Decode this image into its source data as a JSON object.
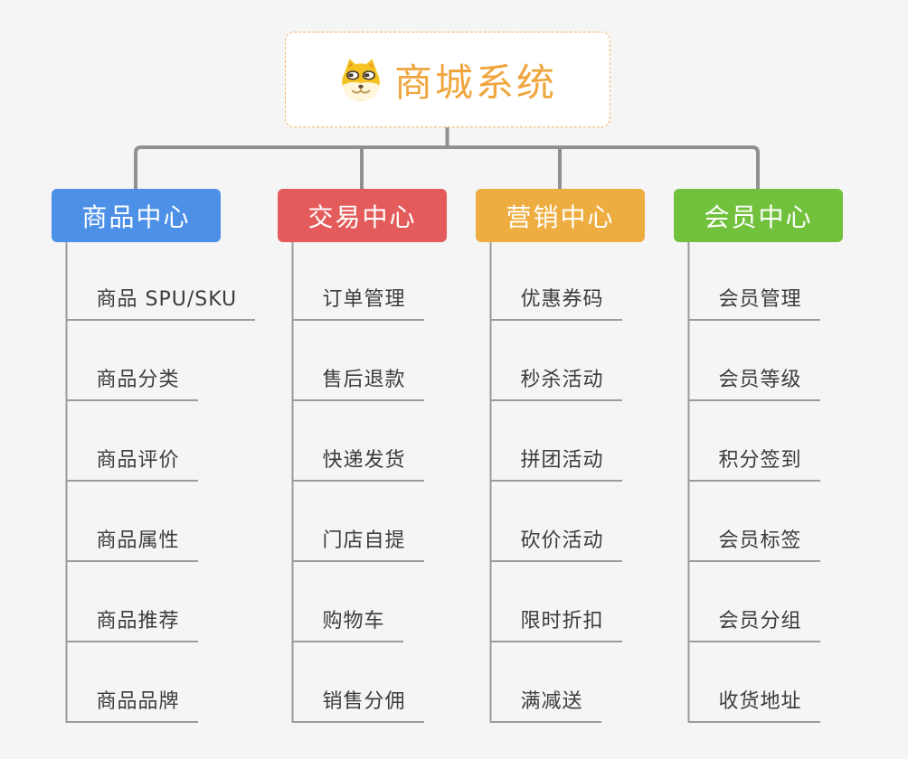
{
  "root": {
    "title": "商城系统",
    "icon": "dog-face-icon"
  },
  "branches": [
    {
      "label": "商品中心",
      "color": "#4d90e8",
      "items": [
        "商品 SPU/SKU",
        "商品分类",
        "商品评价",
        "商品属性",
        "商品推荐",
        "商品品牌"
      ]
    },
    {
      "label": "交易中心",
      "color": "#e45b5b",
      "items": [
        "订单管理",
        "售后退款",
        "快递发货",
        "门店自提",
        "购物车",
        "销售分佣"
      ]
    },
    {
      "label": "营销中心",
      "color": "#eead40",
      "items": [
        "优惠券码",
        "秒杀活动",
        "拼团活动",
        "砍价活动",
        "限时折扣",
        "满减送"
      ]
    },
    {
      "label": "会员中心",
      "color": "#72c13d",
      "items": [
        "会员管理",
        "会员等级",
        "积分签到",
        "会员标签",
        "会员分组",
        "收货地址"
      ]
    }
  ],
  "colors": {
    "background": "#f5f5f6",
    "root_border": "#f0b467",
    "root_title": "#f0a63e",
    "connector_thick": "#909090",
    "connector_thin": "#9b9b9b",
    "leaf_text": "#3c3c3c"
  }
}
